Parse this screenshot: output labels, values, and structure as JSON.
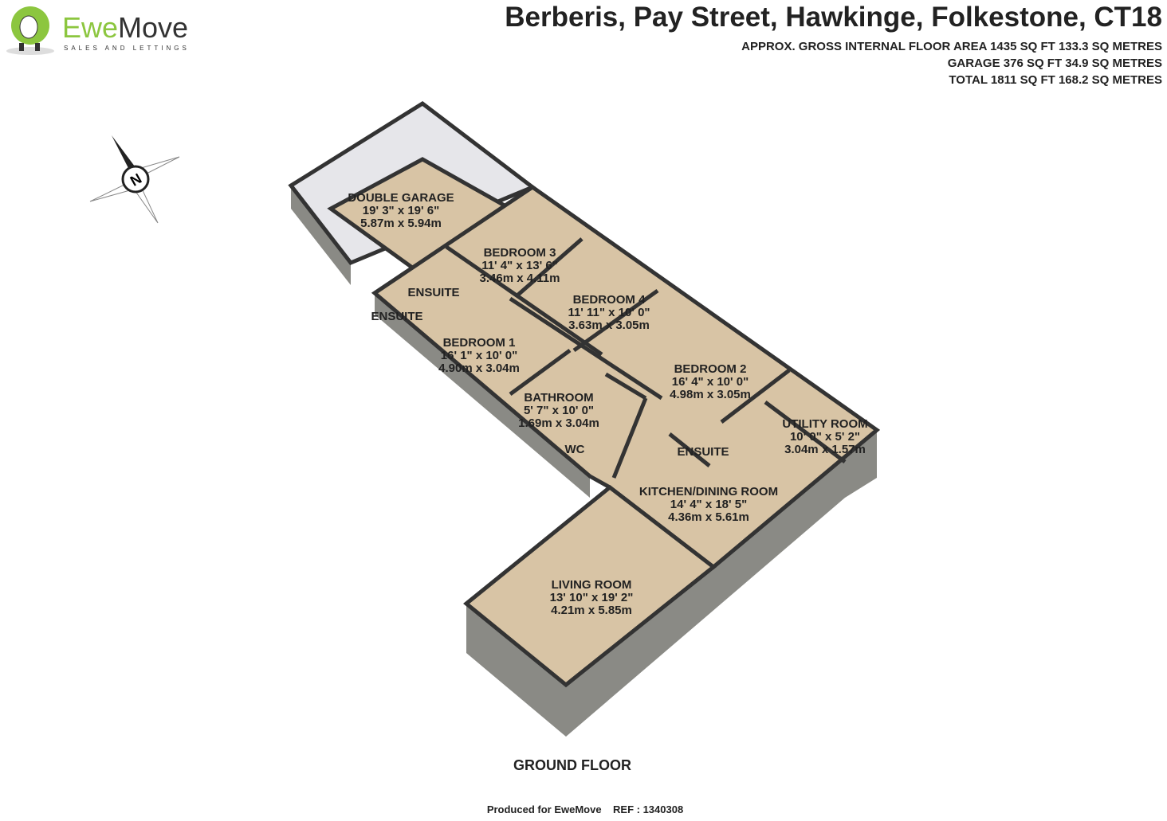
{
  "logo": {
    "brand_a": "Ewe",
    "brand_b": "Move",
    "tagline": "SALES AND LETTINGS",
    "green": "#8cc63f"
  },
  "header": {
    "title": "Berberis, Pay Street, Hawkinge, Folkestone, CT18",
    "lines": [
      "APPROX. GROSS INTERNAL FLOOR AREA 1435 SQ FT 133.3 SQ METRES",
      "GARAGE 376 SQ FT 34.9 SQ METRES",
      "TOTAL 1811 SQ FT 168.2 SQ METRES"
    ]
  },
  "compass": {
    "label": "N"
  },
  "rooms": [
    {
      "name": "DOUBLE GARAGE",
      "imperial": "19' 3\" x 19' 6\"",
      "metric": "5.87m x 5.94m"
    },
    {
      "name": "BEDROOM 3",
      "imperial": "11' 4\" x 13' 6\"",
      "metric": "3.46m x 4.11m"
    },
    {
      "name": "ENSUITE"
    },
    {
      "name": "ENSUITE"
    },
    {
      "name": "BEDROOM 4",
      "imperial": "11' 11\" x 10' 0\"",
      "metric": "3.63m x 3.05m"
    },
    {
      "name": "BEDROOM 1",
      "imperial": "16' 1\" x 10' 0\"",
      "metric": "4.90m x 3.04m"
    },
    {
      "name": "BEDROOM 2",
      "imperial": "16' 4\" x 10' 0\"",
      "metric": "4.98m x 3.05m"
    },
    {
      "name": "BATHROOM",
      "imperial": "5' 7\" x 10' 0\"",
      "metric": "1.69m x 3.04m"
    },
    {
      "name": "WC"
    },
    {
      "name": "ENSUITE"
    },
    {
      "name": "UTILITY ROOM",
      "imperial": "10' 0\" x 5' 2\"",
      "metric": "3.04m x 1.57m"
    },
    {
      "name": "KITCHEN/DINING ROOM",
      "imperial": "14' 4\" x 18' 5\"",
      "metric": "4.36m x 5.61m"
    },
    {
      "name": "LIVING ROOM",
      "imperial": "13' 10\" x 19' 2\"",
      "metric": "4.21m x 5.85m"
    }
  ],
  "floor_label": "GROUND FLOOR",
  "footer": "Produced for EweMove    REF : 1340308"
}
